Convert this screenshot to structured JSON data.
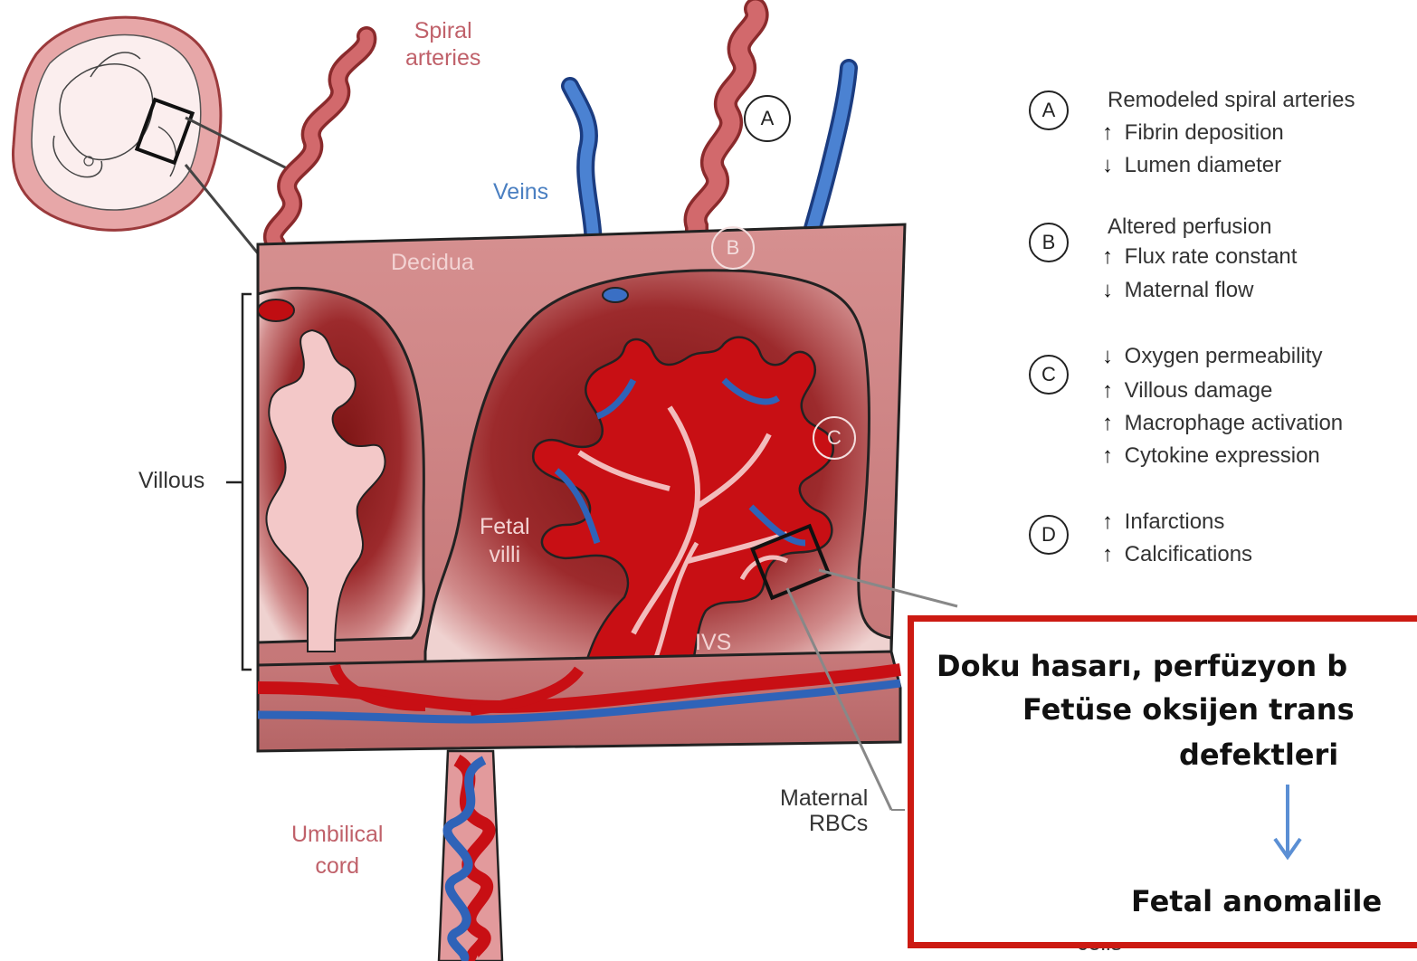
{
  "labels": {
    "spiral_arteries_1": "Spiral",
    "spiral_arteries_2": "arteries",
    "veins": "Veins",
    "decidua": "Decidua",
    "villous": "Villous",
    "fetal_villi_1": "Fetal",
    "fetal_villi_2": "villi",
    "ivs": "IVS",
    "umbilical_1": "Umbilical",
    "umbilical_2": "cord",
    "maternal_1": "Maternal",
    "maternal_2": "RBCs",
    "cells": "cells"
  },
  "markers": {
    "a": "A",
    "b": "B",
    "c": "C"
  },
  "legend": {
    "a": {
      "letter": "A",
      "title": "Remodeled spiral arteries",
      "items": [
        {
          "dir": "up",
          "text": "Fibrin deposition"
        },
        {
          "dir": "down",
          "text": "Lumen diameter"
        }
      ]
    },
    "b": {
      "letter": "B",
      "title": "Altered perfusion",
      "items": [
        {
          "dir": "up",
          "text": "Flux rate constant"
        },
        {
          "dir": "down",
          "text": "Maternal flow"
        }
      ]
    },
    "c": {
      "letter": "C",
      "items": [
        {
          "dir": "down",
          "text": "Oxygen permeability"
        },
        {
          "dir": "up",
          "text": "Villous damage"
        },
        {
          "dir": "up",
          "text": "Macrophage activation"
        },
        {
          "dir": "up",
          "text": "Cytokine expression"
        }
      ]
    },
    "d": {
      "letter": "D",
      "items": [
        {
          "dir": "up",
          "text": "Infarctions"
        },
        {
          "dir": "up",
          "text": "Calcifications"
        }
      ]
    }
  },
  "callout": {
    "line1": "Doku hasarı, perfüzyon b",
    "line2": "Fetüse oksijen trans",
    "line3": "defektleri",
    "line4": "Fetal anomalile"
  },
  "colors": {
    "artery": "#c85a5e",
    "vein": "#3a6fc4",
    "decidua": "#d99394",
    "villus_red": "#c80f14",
    "callout_border": "#cc1a12"
  }
}
